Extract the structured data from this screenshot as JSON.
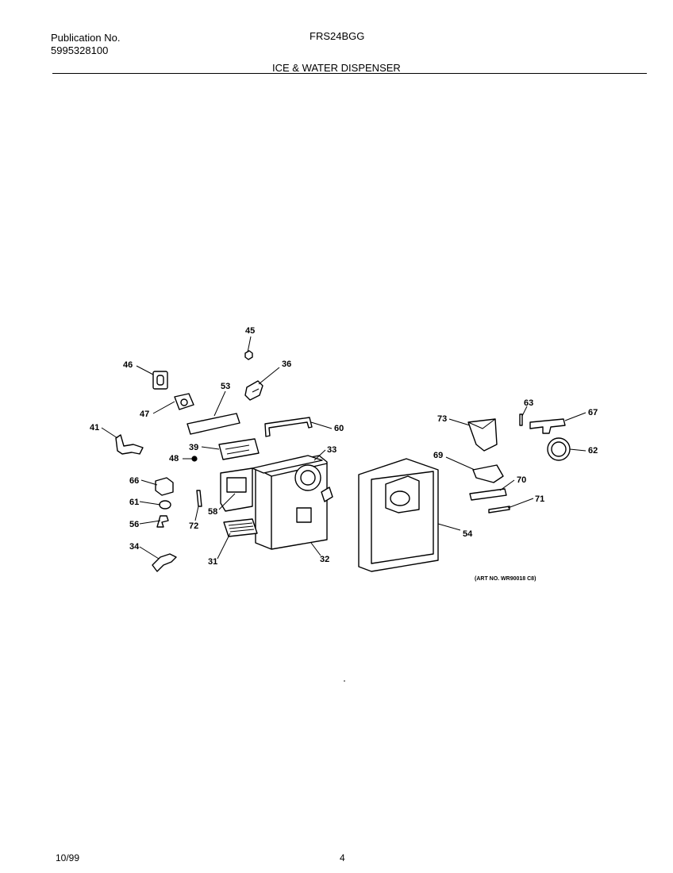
{
  "header": {
    "publication_label": "Publication No.",
    "publication_number": "5995328100",
    "model": "FRS24BGG",
    "section_title": "ICE & WATER DISPENSER"
  },
  "art_number": "(ART NO. WR90018 C8)",
  "footer": {
    "date": "10/99",
    "page": "4"
  },
  "callouts": {
    "c45": "45",
    "c46": "46",
    "c36": "36",
    "c53": "53",
    "c47": "47",
    "c60": "60",
    "c41": "41",
    "c39": "39",
    "c48": "48",
    "c33": "33",
    "c66": "66",
    "c61": "61",
    "c58": "58",
    "c56": "56",
    "c72": "72",
    "c34": "34",
    "c31": "31",
    "c32": "32",
    "c73": "73",
    "c63": "63",
    "c67": "67",
    "c62": "62",
    "c69": "69",
    "c70": "70",
    "c71": "71",
    "c54": "54"
  }
}
